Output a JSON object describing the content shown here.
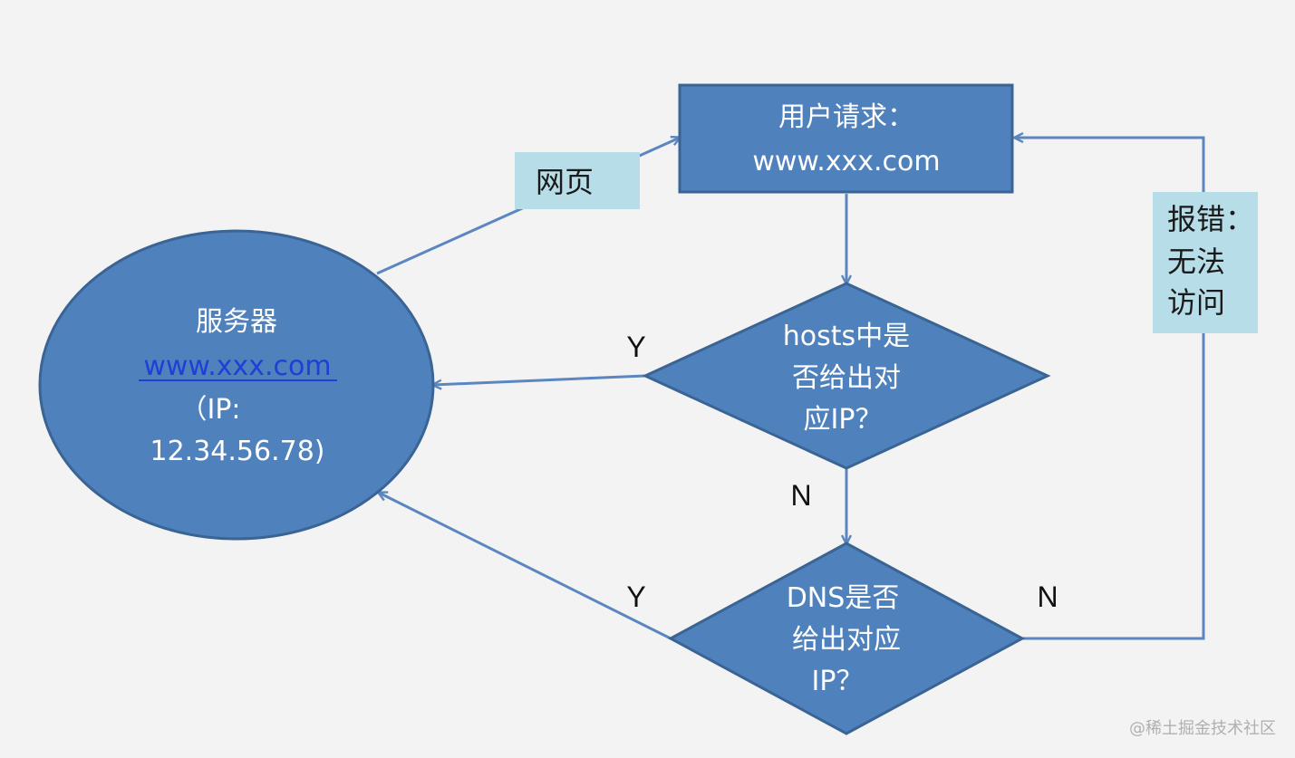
{
  "colors": {
    "node_fill": "#4f81bd",
    "node_stroke": "#3a6494",
    "connector": "#5b86c0",
    "label_box": "#b7dde8",
    "link": "#1f3fd6"
  },
  "nodes": {
    "user_request": {
      "line1": "用户请求：",
      "line2": "www.xxx.com"
    },
    "server": {
      "line1": "服务器",
      "link": "www.xxx.com",
      "line3": "（IP:",
      "line4": "12.34.56.78)"
    },
    "hosts_check": {
      "line1": "hosts中是",
      "line2": "否给出对",
      "line3": "应IP？"
    },
    "dns_check": {
      "line1": "DNS是否",
      "line2": "给出对应",
      "line3": "IP？"
    }
  },
  "labels": {
    "webpage": "网页",
    "error": [
      "报错：",
      "无法",
      "访问"
    ],
    "hosts_yes": "Y",
    "hosts_no": "N",
    "dns_yes": "Y",
    "dns_no": "N"
  },
  "watermark": "@稀土掘金技术社区"
}
